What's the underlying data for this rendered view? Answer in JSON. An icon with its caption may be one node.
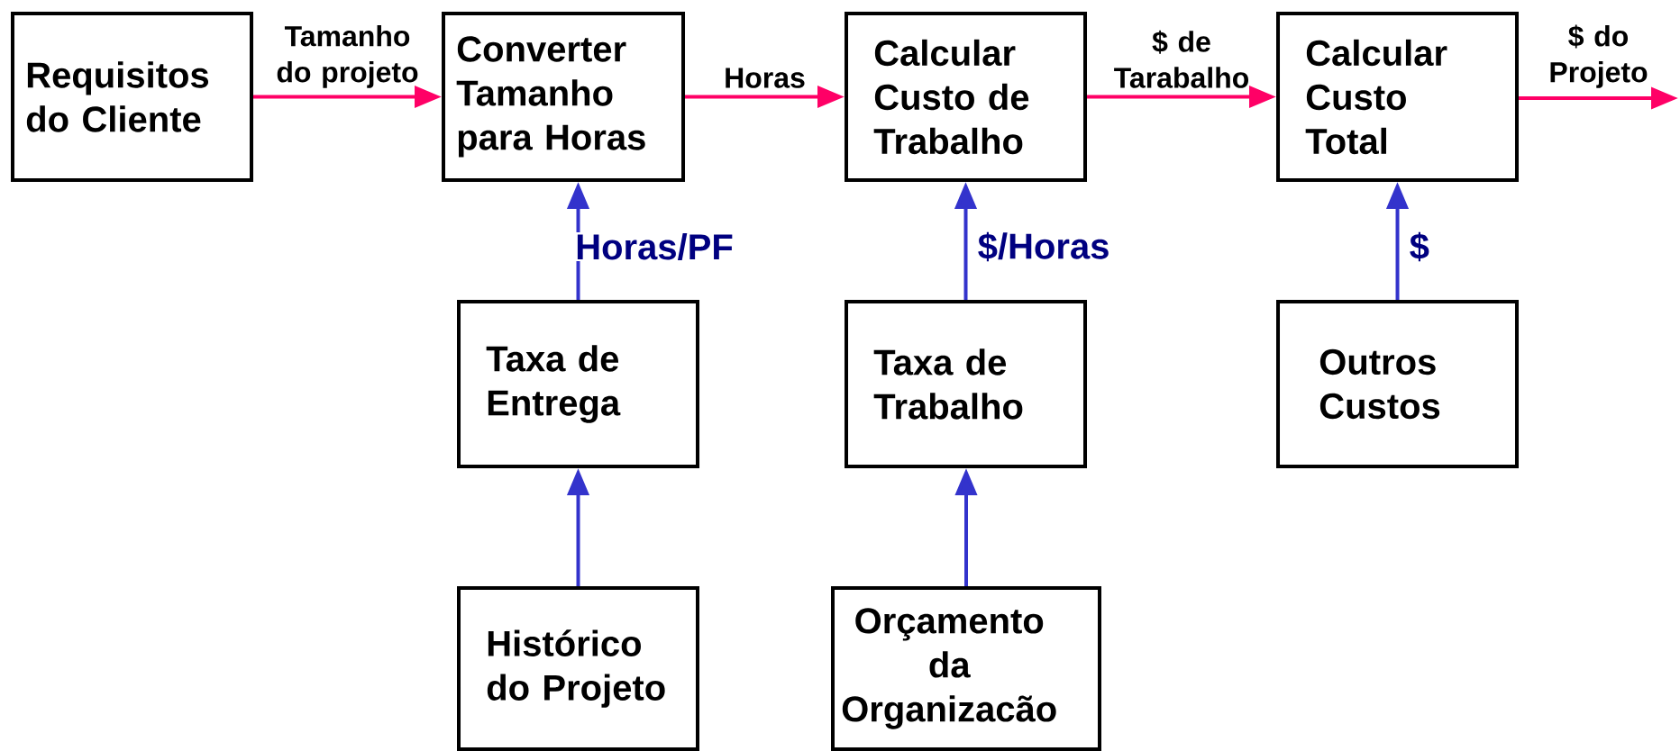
{
  "diagram": {
    "nodes": [
      {
        "text": [
          "Requisitos do Cliente"
        ]
      },
      {
        "text": [
          "Converter Tamanho para Horas"
        ]
      },
      {
        "text": [
          "Calcular Custo de Trabalho"
        ]
      },
      {
        "text": [
          "Calcular Custo Total"
        ]
      },
      {
        "text": [
          "Taxa de Entrega"
        ]
      },
      {
        "text": [
          "Taxa de Trabalho"
        ]
      },
      {
        "text": [
          "Outros Custos"
        ]
      },
      {
        "text": [
          "Histórico do Projeto"
        ]
      },
      {
        "text": [
          "Orçamento da Organizacão"
        ]
      }
    ],
    "edges": [
      {
        "from": 0,
        "to": 1,
        "arrow": "to",
        "label": "Tamanho do projeto",
        "color": "#ff0066"
      },
      {
        "from": 1,
        "to": 2,
        "arrow": "to",
        "label": "Horas",
        "color": "#ff0066"
      },
      {
        "from": 2,
        "to": 3,
        "arrow": "to",
        "label": "$ de Tarabalho",
        "color": "#ff0066"
      },
      {
        "from": 3,
        "to": null,
        "arrow": "to",
        "label": "$ do Projeto",
        "color": "#ff0066"
      },
      {
        "from": 4,
        "to": 1,
        "arrow": "to",
        "label": "Horas/PF"
      },
      {
        "from": 5,
        "to": 2,
        "arrow": "to",
        "label": "$/Horas"
      },
      {
        "from": 6,
        "to": 3,
        "arrow": "to",
        "label": "$"
      },
      {
        "from": 7,
        "to": 4,
        "arrow": "to"
      },
      {
        "from": 8,
        "to": 5,
        "arrow": "to"
      }
    ]
  }
}
